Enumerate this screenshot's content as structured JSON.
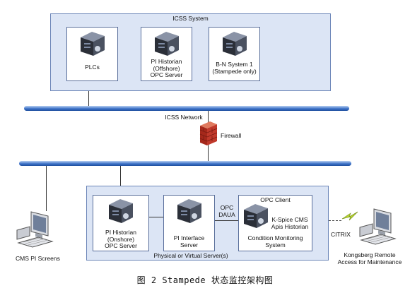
{
  "icss_system": {
    "title": "ICSS System",
    "plcs": "PLCs",
    "pi_historian_offshore": [
      "PI Historian",
      "(Offshore)",
      "OPC Server"
    ],
    "bn_system": [
      "B-N System 1",
      "(Stampede only)"
    ]
  },
  "icss_network": "ICSS Network",
  "firewall": "Firewall",
  "virtual_servers": {
    "title": "Physical or Virtual Server(s)",
    "pi_historian_onshore": [
      "PI Historian",
      "(Onshore)",
      "OPC Server"
    ],
    "pi_interface": [
      "PI Interface",
      "Server"
    ],
    "opc_daua": [
      "OPC",
      "DAUA"
    ],
    "opc_client": "OPC Client",
    "kspice": [
      "K-Spice CMS",
      "Apis Historian"
    ],
    "condition_monitoring": [
      "Condition Monitoring",
      "System"
    ]
  },
  "cms_pi_screens": "CMS PI Screens",
  "citrix": "CITRIX",
  "kongsberg": [
    "Kongsberg Remote",
    "Access for Maintenance"
  ],
  "caption": "图 2  Stampede 状态监控架构图",
  "colors": {
    "panel": "#dce5f5",
    "bus": "#3f74c9",
    "firewall": "#c0392b"
  }
}
